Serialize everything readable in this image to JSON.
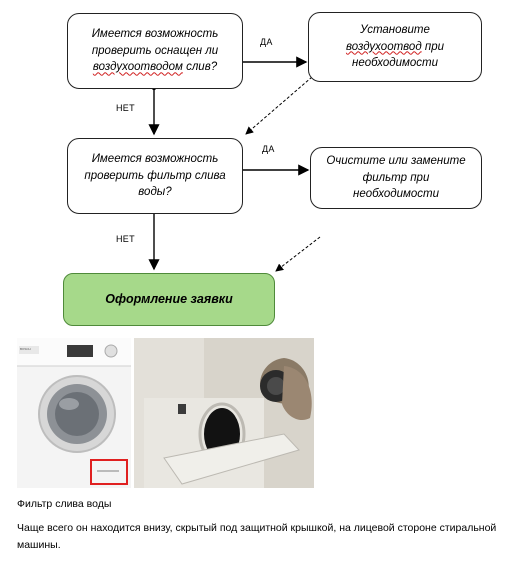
{
  "flowchart": {
    "q1": {
      "line1": "Имеется возможность",
      "line2": "проверить оснащен ли",
      "line3_squiggly": "воздухоотводом",
      "line3_rest": " слив?"
    },
    "a1": {
      "line1": "Установите",
      "line2_squiggly": "воздухоотвод",
      "line2_rest": " при",
      "line3": "необходимости"
    },
    "q2": {
      "line1": "Имеется возможность",
      "line2": "проверить фильтр слива",
      "line3": "воды?"
    },
    "a2": {
      "line1": "Очистите или замените",
      "line2": "фильтр при необходимости"
    },
    "final": {
      "label": "Оформление заявки"
    },
    "labels": {
      "yes1": "ДА",
      "no1": "НЕТ",
      "yes2": "ДА",
      "no2": "НЕТ"
    }
  },
  "photos": {
    "left": {
      "brand": "BOSCH"
    },
    "right": {}
  },
  "caption": "Фильтр слива воды",
  "description": "Чаще всего он находится внизу, скрытый под защитной крышкой, на лицевой стороне стиральной машины."
}
